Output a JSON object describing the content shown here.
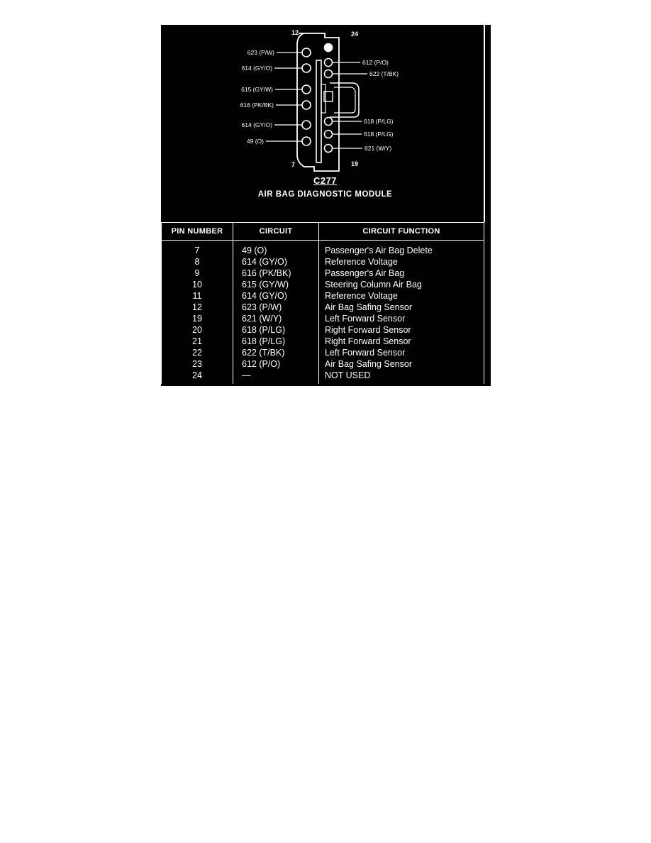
{
  "connector": {
    "id": "C277",
    "name": "AIR BAG DIAGNOSTIC MODULE",
    "corner_numbers": {
      "top_left": "12",
      "top_right": "24",
      "bottom_left": "7",
      "bottom_right": "19"
    },
    "left_labels": [
      "623 (P/W)",
      "614 (GY/O)",
      "615 (GY/W)",
      "616 (PK/BK)",
      "614 (GY/O)",
      "49 (O)"
    ],
    "right_labels": [
      "612 (P/O)",
      "622 (T/BK)",
      "618 (P/LG)",
      "618 (P/LG)",
      "621 (W/Y)"
    ]
  },
  "table": {
    "headers": [
      "PIN NUMBER",
      "CIRCUIT",
      "CIRCUIT FUNCTION"
    ],
    "rows": [
      {
        "pin": "7",
        "circuit": "49 (O)",
        "function": "Passenger's Air Bag Delete"
      },
      {
        "pin": "8",
        "circuit": "614 (GY/O)",
        "function": "Reference Voltage"
      },
      {
        "pin": "9",
        "circuit": "616 (PK/BK)",
        "function": "Passenger's Air Bag"
      },
      {
        "pin": "10",
        "circuit": "615 (GY/W)",
        "function": "Steering Column Air Bag"
      },
      {
        "pin": "11",
        "circuit": "614 (GY/O)",
        "function": "Reference Voltage"
      },
      {
        "pin": "12",
        "circuit": "623 (P/W)",
        "function": "Air Bag Safing Sensor"
      },
      {
        "pin": "19",
        "circuit": "621 (W/Y)",
        "function": "Left Forward Sensor"
      },
      {
        "pin": "20",
        "circuit": "618 (P/LG)",
        "function": "Right Forward Sensor"
      },
      {
        "pin": "21",
        "circuit": "618 (P/LG)",
        "function": "Right Forward Sensor"
      },
      {
        "pin": "22",
        "circuit": "622 (T/BK)",
        "function": "Left Forward Sensor"
      },
      {
        "pin": "23",
        "circuit": "612 (P/O)",
        "function": "Air Bag Safing Sensor"
      },
      {
        "pin": "24",
        "circuit": "—",
        "function": "NOT USED"
      }
    ]
  }
}
